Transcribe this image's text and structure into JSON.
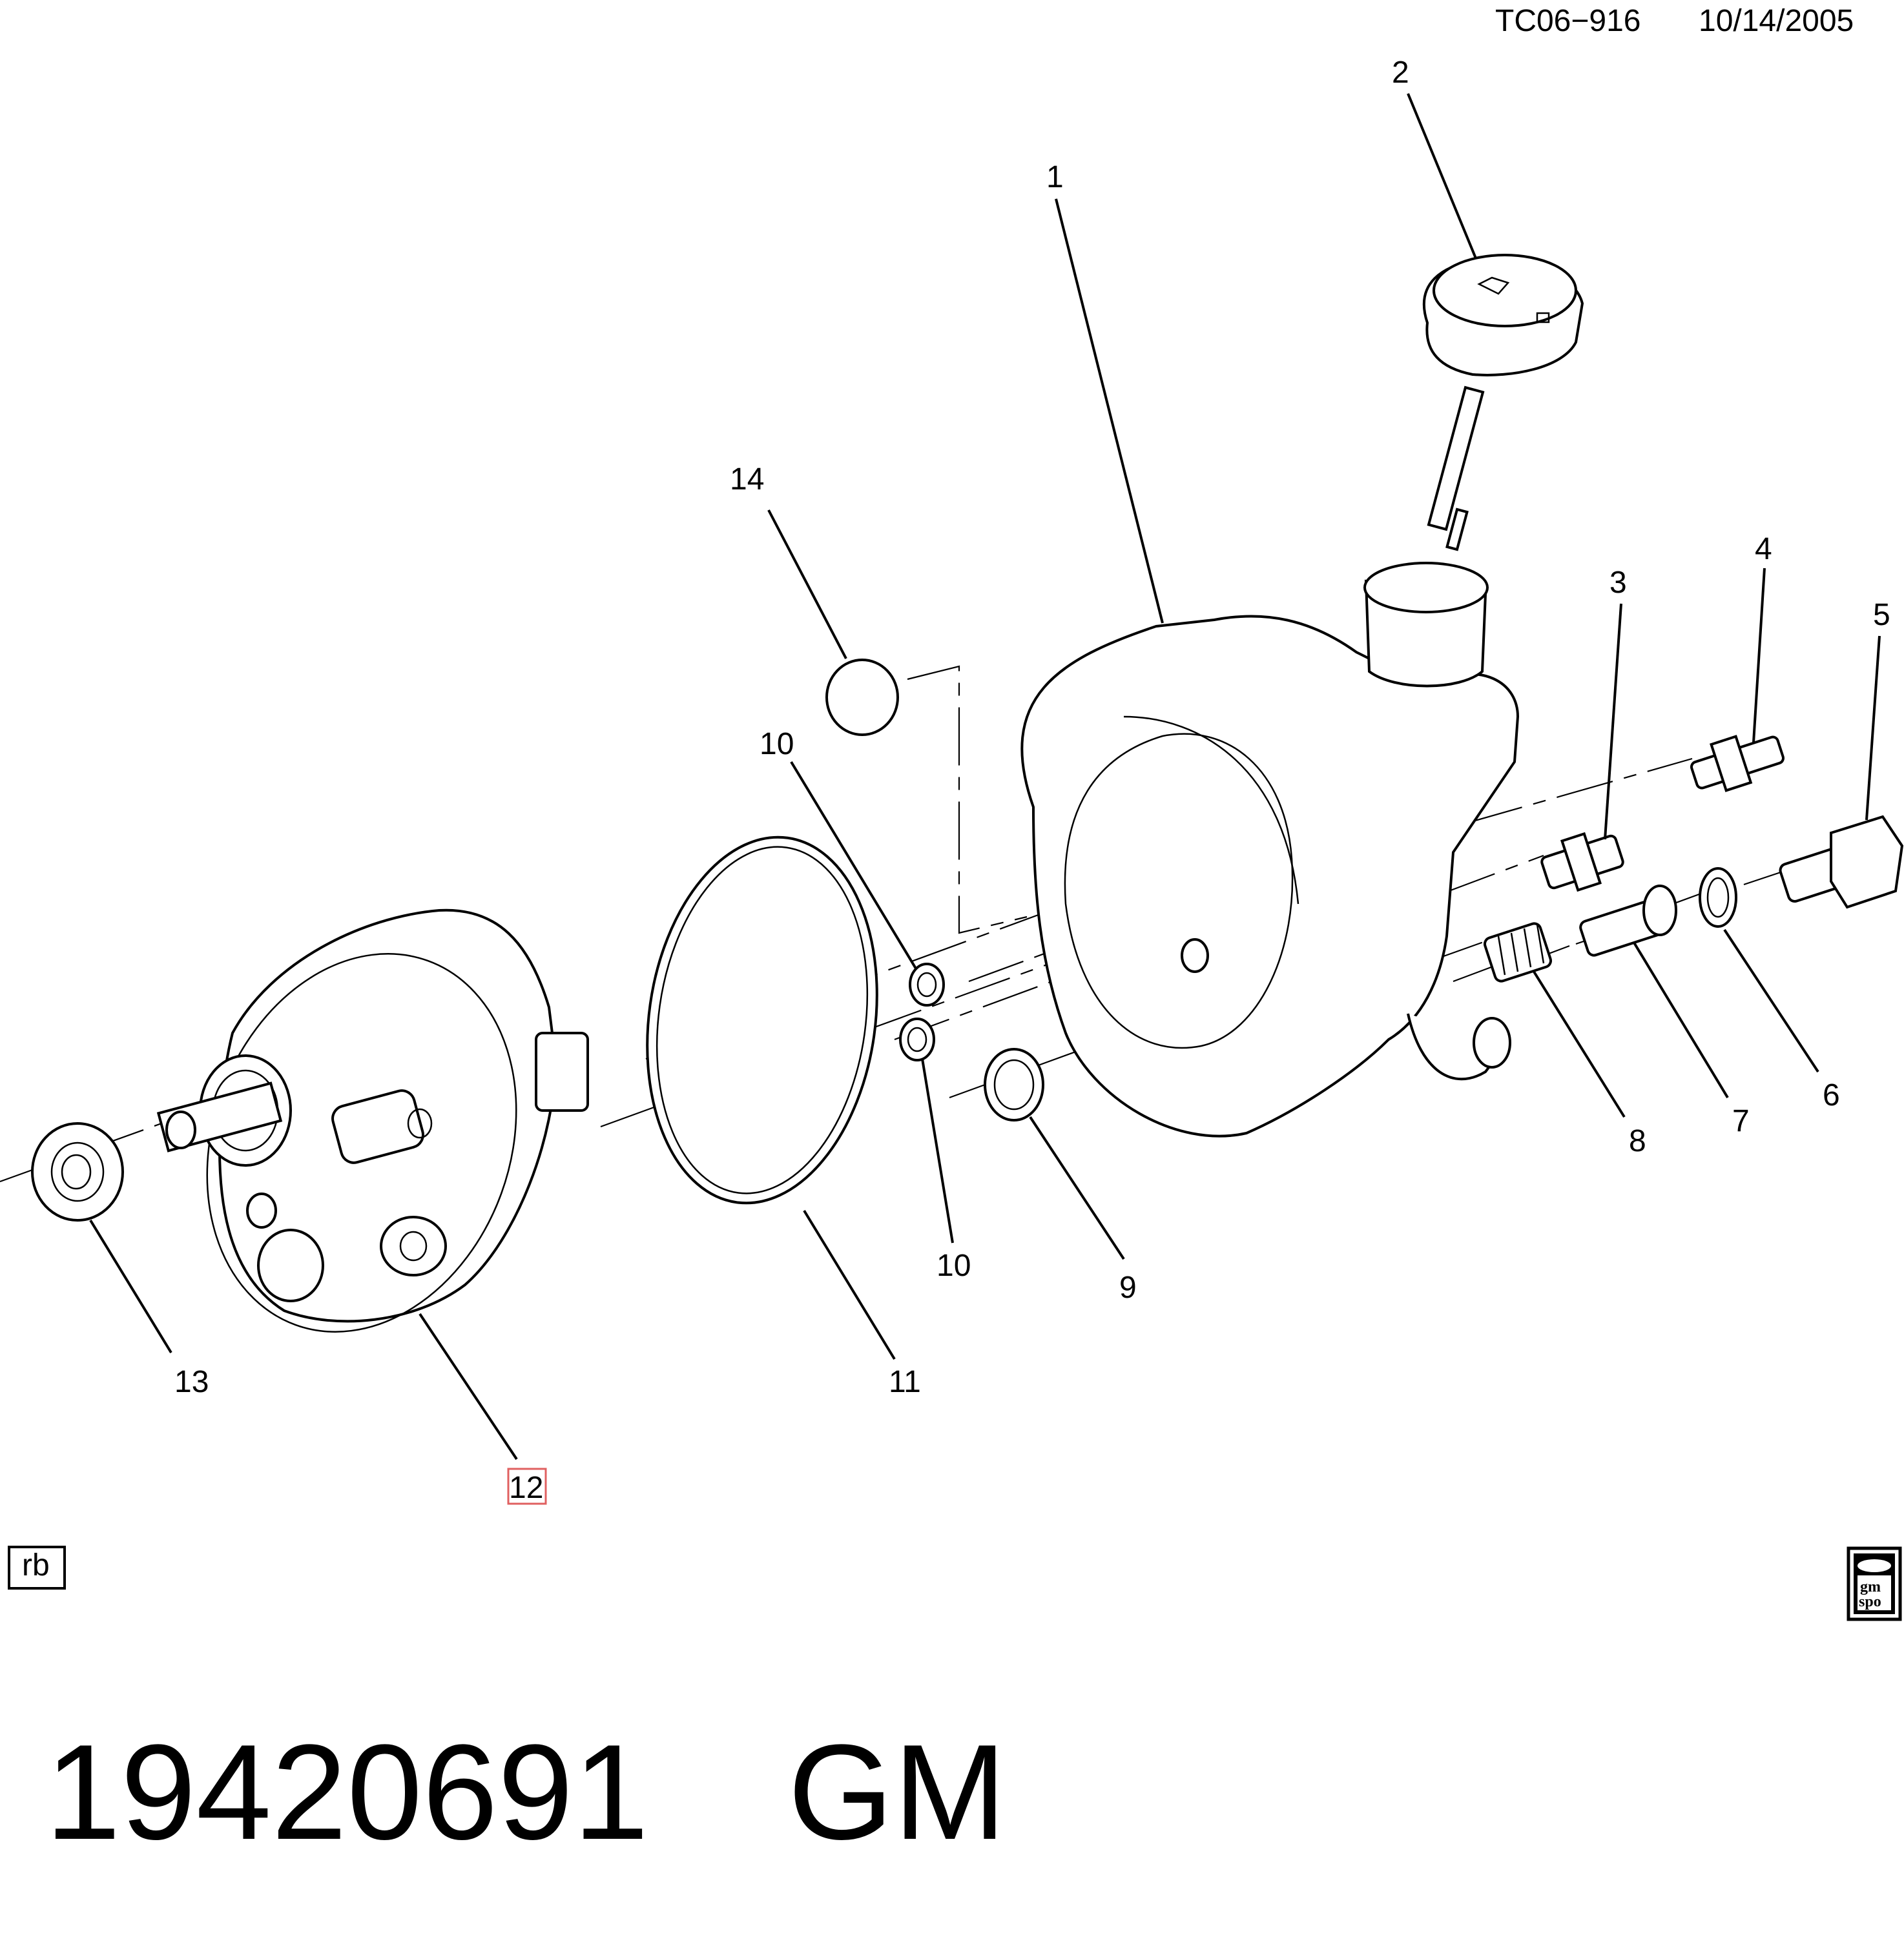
{
  "header": {
    "drawing_id": "TC06−916",
    "date": "10/14/2005"
  },
  "callouts": [
    "1",
    "2",
    "3",
    "4",
    "5",
    "6",
    "7",
    "8",
    "9",
    "10",
    "10",
    "11",
    "12",
    "13",
    "14"
  ],
  "stamp": {
    "initials": "rb"
  },
  "logo": {
    "line1": "gm",
    "line2": "spo"
  },
  "footer": {
    "part_number": "19420691",
    "brand": "GM"
  },
  "colors": {
    "ink": "#000000",
    "highlight": "#e06060"
  }
}
